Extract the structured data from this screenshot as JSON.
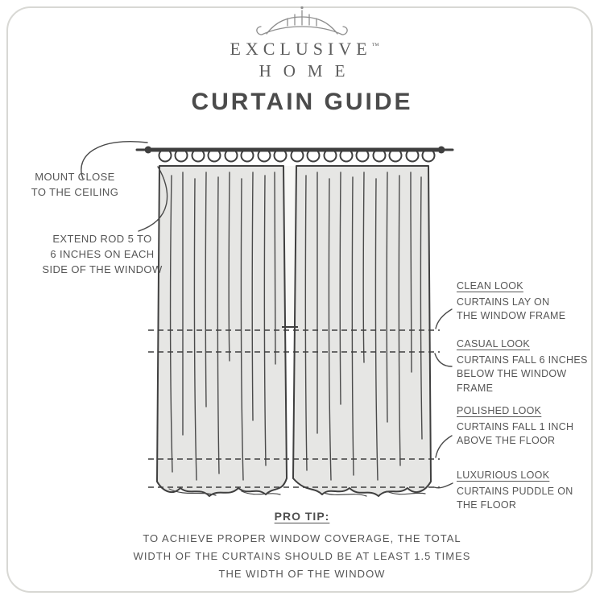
{
  "brand": {
    "name": "EXCLUSIVE",
    "trademark": "™",
    "home": "HOME"
  },
  "title": "CURTAIN GUIDE",
  "annotations": {
    "mount": {
      "lines": [
        "MOUNT CLOSE",
        "TO THE CEILING"
      ]
    },
    "extend": {
      "lines": [
        "EXTEND ROD 5 TO",
        "6 INCHES ON EACH",
        "SIDE OF THE WINDOW"
      ]
    }
  },
  "looks": [
    {
      "heading": "CLEAN LOOK",
      "lines": [
        "CURTAINS LAY ON",
        "THE WINDOW FRAME"
      ]
    },
    {
      "heading": "CASUAL LOOK",
      "lines": [
        "CURTAINS FALL 6 INCHES",
        "BELOW THE WINDOW",
        "FRAME"
      ]
    },
    {
      "heading": "POLISHED LOOK",
      "lines": [
        "CURTAINS FALL 1 INCH",
        "ABOVE THE FLOOR"
      ]
    },
    {
      "heading": "LUXURIOUS LOOK",
      "lines": [
        "CURTAINS PUDDLE ON",
        "THE FLOOR"
      ]
    }
  ],
  "pro_tip": {
    "heading": "PRO TIP:",
    "lines": [
      "TO ACHIEVE PROPER WINDOW COVERAGE, THE TOTAL",
      "WIDTH OF THE CURTAINS SHOULD BE AT LEAST 1.5 TIMES",
      "THE WIDTH OF THE WINDOW"
    ]
  },
  "icons": {
    "crest": "ornamental-crest"
  },
  "colors": {
    "background": "#ffffff",
    "frame_border": "#d8d8d4",
    "body_text": "#565656",
    "title_text": "#4b4b4b",
    "diagram_stroke": "#3f3f3f",
    "curtain_fill": "#e6e6e4"
  }
}
